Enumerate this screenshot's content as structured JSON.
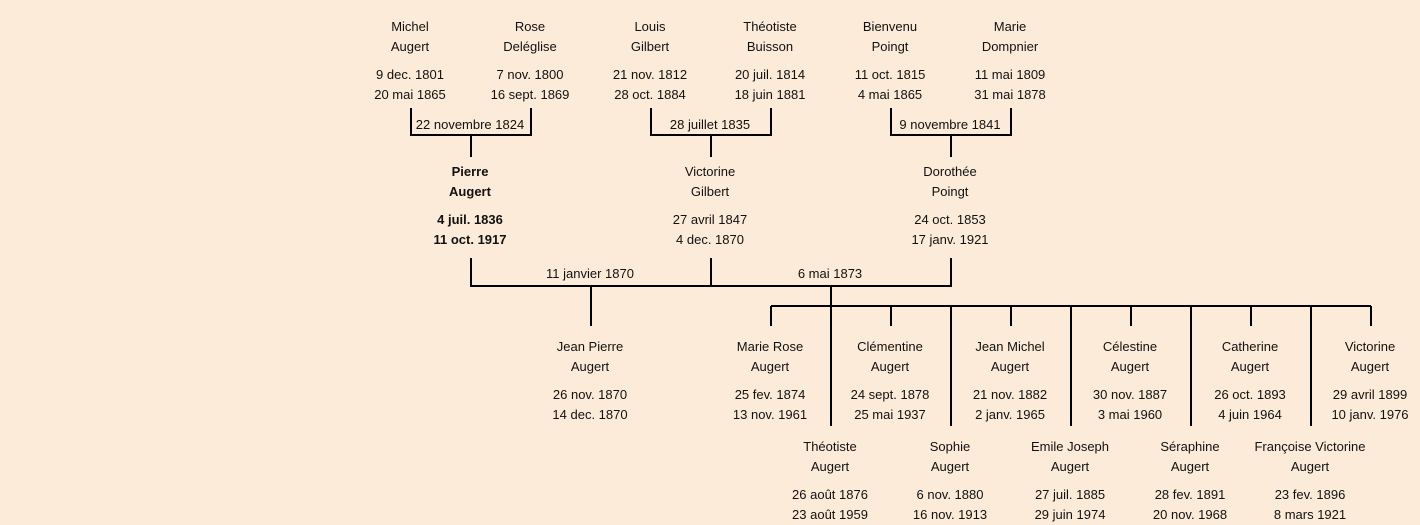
{
  "persons": [
    {
      "id": "michel",
      "first": "Michel",
      "last": "Augert",
      "birth": "9 dec. 1801",
      "death": "20 mai 1865"
    },
    {
      "id": "rose",
      "first": "Rose",
      "last": "Deléglise",
      "birth": "7 nov. 1800",
      "death": "16 sept. 1869"
    },
    {
      "id": "louis",
      "first": "Louis",
      "last": "Gilbert",
      "birth": "21 nov. 1812",
      "death": "28 oct. 1884"
    },
    {
      "id": "theotiste_b",
      "first": "Théotiste",
      "last": "Buisson",
      "birth": "20 juil. 1814",
      "death": "18 juin 1881"
    },
    {
      "id": "bienvenu",
      "first": "Bienvenu",
      "last": "Poingt",
      "birth": "11 oct. 1815",
      "death": "4 mai 1865"
    },
    {
      "id": "marie_d",
      "first": "Marie",
      "last": "Dompnier",
      "birth": "11 mai 1809",
      "death": "31 mai 1878"
    },
    {
      "id": "pierre",
      "first": "Pierre",
      "last": "Augert",
      "birth": "4 juil. 1836",
      "death": "11 oct. 1917",
      "focus": true
    },
    {
      "id": "victorine_g",
      "first": "Victorine",
      "last": "Gilbert",
      "birth": "27 avril 1847",
      "death": "4 dec. 1870"
    },
    {
      "id": "dorothee",
      "first": "Dorothée",
      "last": "Poingt",
      "birth": "24 oct. 1853",
      "death": "17 janv. 1921"
    },
    {
      "id": "jean_pierre",
      "first": "Jean Pierre",
      "last": "Augert",
      "birth": "26 nov. 1870",
      "death": "14 dec. 1870"
    },
    {
      "id": "marie_rose",
      "first": "Marie Rose",
      "last": "Augert",
      "birth": "25 fev. 1874",
      "death": "13 nov. 1961"
    },
    {
      "id": "clementine",
      "first": "Clémentine",
      "last": "Augert",
      "birth": "24 sept. 1878",
      "death": "25 mai 1937"
    },
    {
      "id": "jean_michel",
      "first": "Jean Michel",
      "last": "Augert",
      "birth": "21 nov. 1882",
      "death": "2 janv. 1965"
    },
    {
      "id": "celestine",
      "first": "Célestine",
      "last": "Augert",
      "birth": "30 nov. 1887",
      "death": "3 mai 1960"
    },
    {
      "id": "catherine",
      "first": "Catherine",
      "last": "Augert",
      "birth": "26 oct. 1893",
      "death": "4 juin 1964"
    },
    {
      "id": "victorine_a",
      "first": "Victorine",
      "last": "Augert",
      "birth": "29 avril 1899",
      "death": "10 janv. 1976"
    },
    {
      "id": "theotiste_a",
      "first": "Théotiste",
      "last": "Augert",
      "birth": "26 août 1876",
      "death": "23 août 1959"
    },
    {
      "id": "sophie",
      "first": "Sophie",
      "last": "Augert",
      "birth": "6 nov. 1880",
      "death": "16 nov. 1913"
    },
    {
      "id": "emile",
      "first": "Emile Joseph",
      "last": "Augert",
      "birth": "27 juil. 1885",
      "death": "29 juin 1974"
    },
    {
      "id": "seraphine",
      "first": "Séraphine",
      "last": "Augert",
      "birth": "28 fev. 1891",
      "death": "20 nov. 1968"
    },
    {
      "id": "francoise",
      "first": "Françoise Victorine",
      "last": "Augert",
      "birth": "23 fev. 1896",
      "death": "8 mars 1921"
    }
  ],
  "marriages": [
    {
      "id": "m1",
      "date": "22 novembre 1824"
    },
    {
      "id": "m2",
      "date": "28 juillet 1835"
    },
    {
      "id": "m3",
      "date": "9 novembre 1841"
    },
    {
      "id": "m4",
      "date": "11 janvier 1870"
    },
    {
      "id": "m5",
      "date": "6 mai 1873"
    }
  ]
}
